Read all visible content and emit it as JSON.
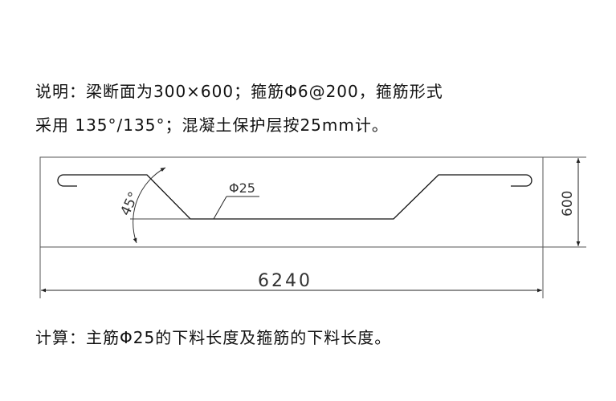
{
  "notes": {
    "line1": "说明：梁断面为300×600；箍筋Φ6@200，箍筋形式",
    "line2": "采用 135°/135°；混凝土保护层按25mm计。"
  },
  "drawing": {
    "bar_label": "Φ25",
    "angle_label": "45°",
    "height_dim": "600",
    "length_dim": "6240"
  },
  "task": "计算：主筋Φ25的下料长度及箍筋的下料长度。"
}
